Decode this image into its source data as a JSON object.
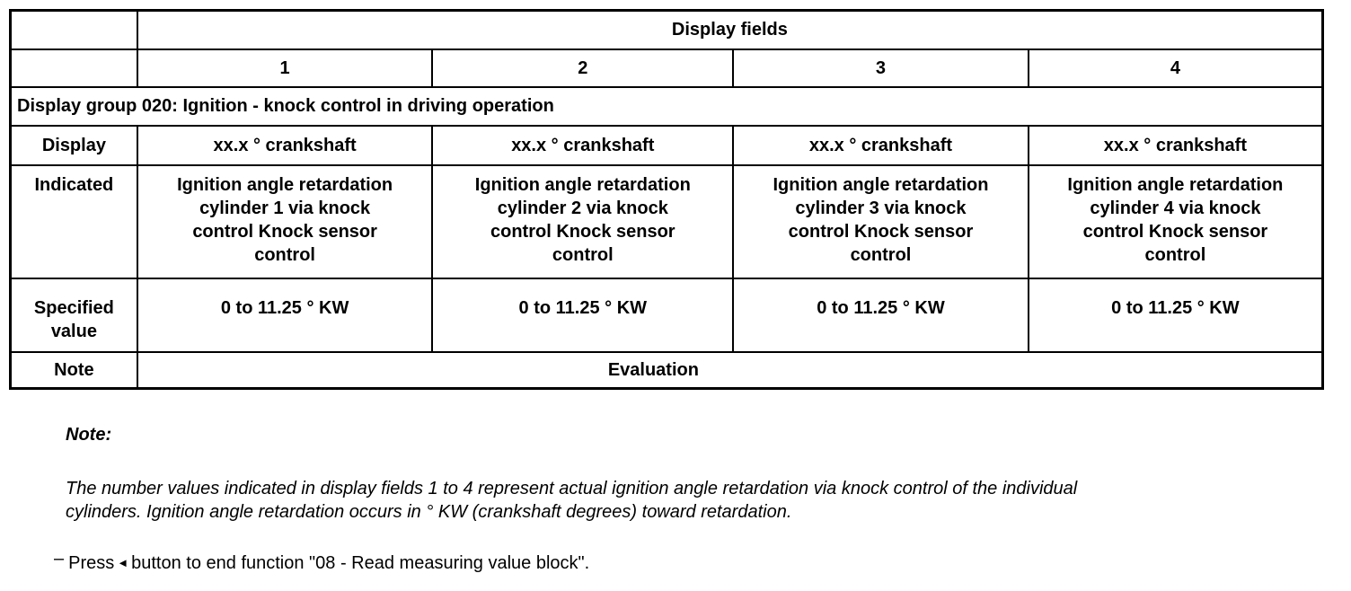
{
  "table": {
    "header": {
      "display_fields": "Display fields",
      "field_numbers": [
        "1",
        "2",
        "3",
        "4"
      ]
    },
    "group_title": "Display group 020: Ignition - knock control in driving operation",
    "rows": {
      "display": {
        "label": "Display",
        "values": [
          "xx.x ° crankshaft",
          "xx.x ° crankshaft",
          "xx.x ° crankshaft",
          "xx.x ° crankshaft"
        ]
      },
      "indicated": {
        "label": "Indicated",
        "values": [
          "Ignition angle retardation\ncylinder 1 via knock\ncontrol Knock sensor\ncontrol",
          "Ignition angle retardation\ncylinder 2 via knock\ncontrol Knock sensor\ncontrol",
          "Ignition angle retardation\ncylinder 3 via knock\ncontrol Knock sensor\ncontrol",
          "Ignition angle retardation\ncylinder 4 via knock\ncontrol Knock sensor\ncontrol"
        ]
      },
      "specified": {
        "label": "Specified\nvalue",
        "values": [
          "0 to 11.25 ° KW",
          "0 to 11.25 ° KW",
          "0 to 11.25 ° KW",
          "0 to 11.25 ° KW"
        ]
      },
      "note": {
        "label": "Note",
        "value": "Evaluation"
      }
    }
  },
  "notes": {
    "heading": "Note:",
    "body": "The number values indicated in display fields 1 to 4 represent actual ignition angle retardation via knock control of the individual\ncylinders. Ignition angle retardation occurs in ° KW (crankshaft degrees) toward retardation."
  },
  "instruction": {
    "dash": "–",
    "press_prefix": "Press",
    "arrow_icon": "◄",
    "press_suffix": "button to end function \"08 - Read measuring value block\"."
  }
}
